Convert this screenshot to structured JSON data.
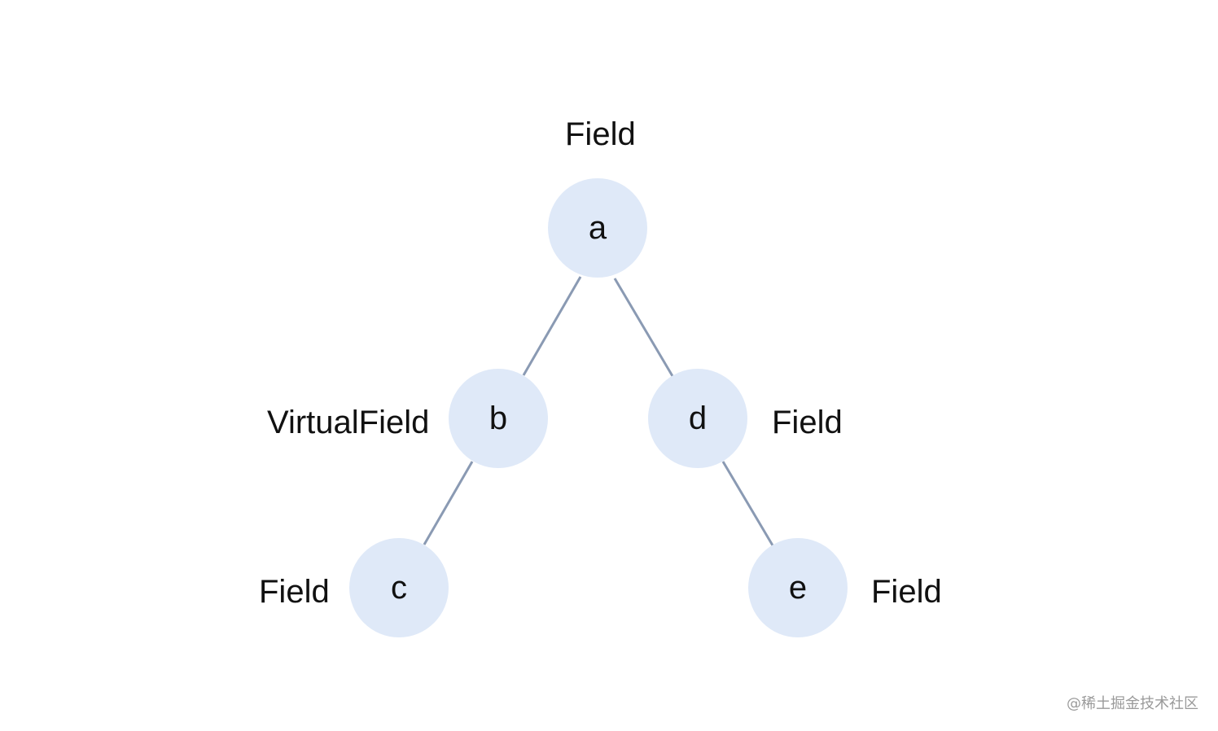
{
  "diagram": {
    "node_fill": "#dfe9f8",
    "edge_color": "#8a9ab3",
    "nodes": [
      {
        "id": "a",
        "label": "a",
        "type_label": "Field"
      },
      {
        "id": "b",
        "label": "b",
        "type_label": "VirtualField"
      },
      {
        "id": "c",
        "label": "c",
        "type_label": "Field"
      },
      {
        "id": "d",
        "label": "d",
        "type_label": "Field"
      },
      {
        "id": "e",
        "label": "e",
        "type_label": "Field"
      }
    ],
    "edges": [
      {
        "from": "a",
        "to": "b"
      },
      {
        "from": "b",
        "to": "c"
      },
      {
        "from": "a",
        "to": "d"
      },
      {
        "from": "d",
        "to": "e"
      }
    ]
  },
  "watermark": "@稀土掘金技术社区"
}
